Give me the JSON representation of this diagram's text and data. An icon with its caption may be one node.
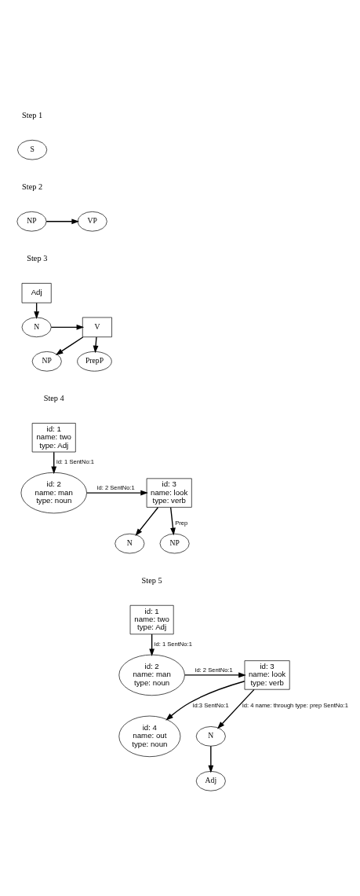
{
  "diagram": {
    "nodes": [
      {
        "text": [
          "S"
        ]
      },
      {
        "text": [
          "NP"
        ]
      },
      {
        "text": [
          "VP"
        ]
      },
      {
        "text": [
          "N"
        ]
      },
      {
        "text": [
          "V"
        ]
      },
      {
        "text": [
          "Adj"
        ]
      },
      {
        "text": [
          "NP"
        ]
      },
      {
        "text": [
          "PrepP"
        ]
      },
      {
        "text": [
          "id: 2",
          "name: man",
          "type: noun"
        ]
      },
      {
        "text": [
          "id: 3",
          "name: look",
          "type: verb"
        ]
      },
      {
        "text": [
          "id: 1",
          "name: two",
          "type: Adj"
        ]
      },
      {
        "text": [
          "N"
        ]
      },
      {
        "text": [
          "NP"
        ]
      },
      {
        "text": [
          "id: 2",
          "name: man",
          "type: noun"
        ]
      },
      {
        "text": [
          "id: 3",
          "name: look",
          "type: verb"
        ]
      },
      {
        "text": [
          "id: 1",
          "name: two",
          "type: Adj"
        ]
      },
      {
        "text": [
          "id: 4",
          "name: out",
          "type: noun"
        ]
      },
      {
        "text": [
          "N"
        ]
      },
      {
        "text": [
          "Adj"
        ]
      }
    ],
    "edges": [
      {
        "from": 1,
        "to": 2,
        "arrow": "to"
      },
      {
        "from": 3,
        "to": 4,
        "arrow": "to"
      },
      {
        "from": 5,
        "to": 3,
        "arrow": "to"
      },
      {
        "from": 4,
        "to": 6,
        "arrow": "to"
      },
      {
        "from": 4,
        "to": 7,
        "arrow": "to"
      },
      {
        "from": 8,
        "to": 9,
        "arrow": "to",
        "label": "id: 2 SentNo:1"
      },
      {
        "from": 10,
        "to": 8,
        "arrow": "to",
        "label": "id: 1 SentNo:1"
      },
      {
        "from": 9,
        "to": 11,
        "arrow": "to"
      },
      {
        "from": 9,
        "to": 12,
        "arrow": "to",
        "label": "Prep"
      },
      {
        "from": 13,
        "to": 14,
        "arrow": "to",
        "label": "id: 2 SentNo:1"
      },
      {
        "from": 15,
        "to": 13,
        "arrow": "to",
        "label": "id: 1 SentNo:1"
      },
      {
        "from": 14,
        "to": 16,
        "arrow": "to",
        "label": "id:3 SentNo:1"
      },
      {
        "from": 14,
        "to": 17,
        "arrow": "to",
        "label": "id: 4 name: through type: prep SentNo:1"
      },
      {
        "from": 17,
        "to": 18,
        "arrow": "to"
      }
    ],
    "labels": [
      "Step 1",
      "Step 2",
      "Step 3",
      "Step 4",
      "Step 5"
    ]
  }
}
